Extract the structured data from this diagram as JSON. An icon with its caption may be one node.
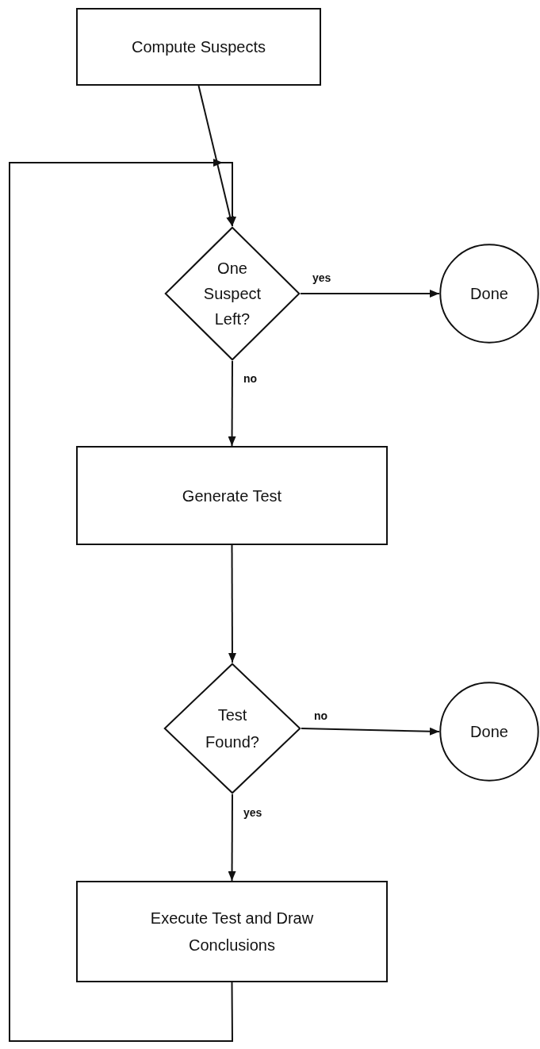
{
  "diagram": {
    "nodes": [
      {
        "text": [
          "Compute Suspects"
        ]
      },
      {
        "text": [
          "One Suspect Left?"
        ]
      },
      {
        "text": [
          "Done"
        ]
      },
      {
        "text": [
          "Generate Test"
        ]
      },
      {
        "text": [
          "Test Found?"
        ]
      },
      {
        "text": [
          "Done"
        ]
      },
      {
        "text": [
          "Execute Test and Draw Conclusions"
        ]
      }
    ],
    "edges": [
      {
        "from": 0,
        "to": 1,
        "arrow": "to"
      },
      {
        "from": 1,
        "to": 2,
        "arrow": "to",
        "label": "yes"
      },
      {
        "from": 1,
        "to": 3,
        "arrow": "to",
        "label": "no"
      },
      {
        "from": 3,
        "to": 4,
        "arrow": "to"
      },
      {
        "from": 4,
        "to": 5,
        "arrow": "to",
        "label": "no"
      },
      {
        "from": 4,
        "to": 6,
        "arrow": "to",
        "label": "yes"
      },
      {
        "from": 6,
        "to": 1,
        "arrow": "to"
      }
    ]
  }
}
